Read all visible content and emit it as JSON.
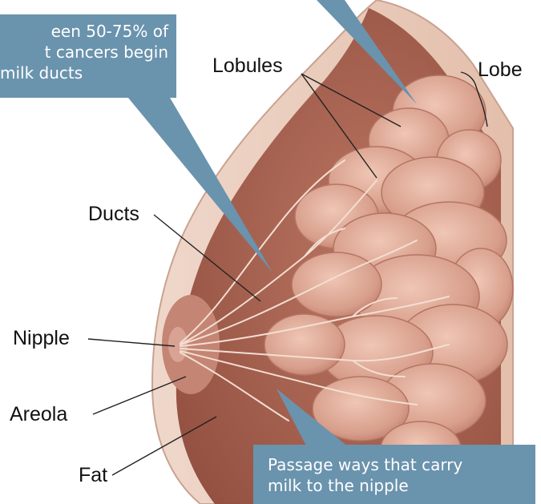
{
  "colors": {
    "callout_fill": "#6a93ad",
    "skin": "#e2c0ad",
    "tissue": "#a8614f",
    "lobule": "#d69f8c",
    "leader": "#222222"
  },
  "labels": {
    "lobules": "Lobules",
    "lobe": "Lobe",
    "ducts": "Ducts",
    "nipple": "Nipple",
    "areola": "Areola",
    "fat": "Fat"
  },
  "callouts": {
    "top": {
      "line1": "een 50-75% of",
      "line2": "t cancers begin",
      "line3": " milk ducts"
    },
    "bottom": {
      "line1": "Passage ways that carry",
      "line2": "milk to the nipple"
    }
  }
}
